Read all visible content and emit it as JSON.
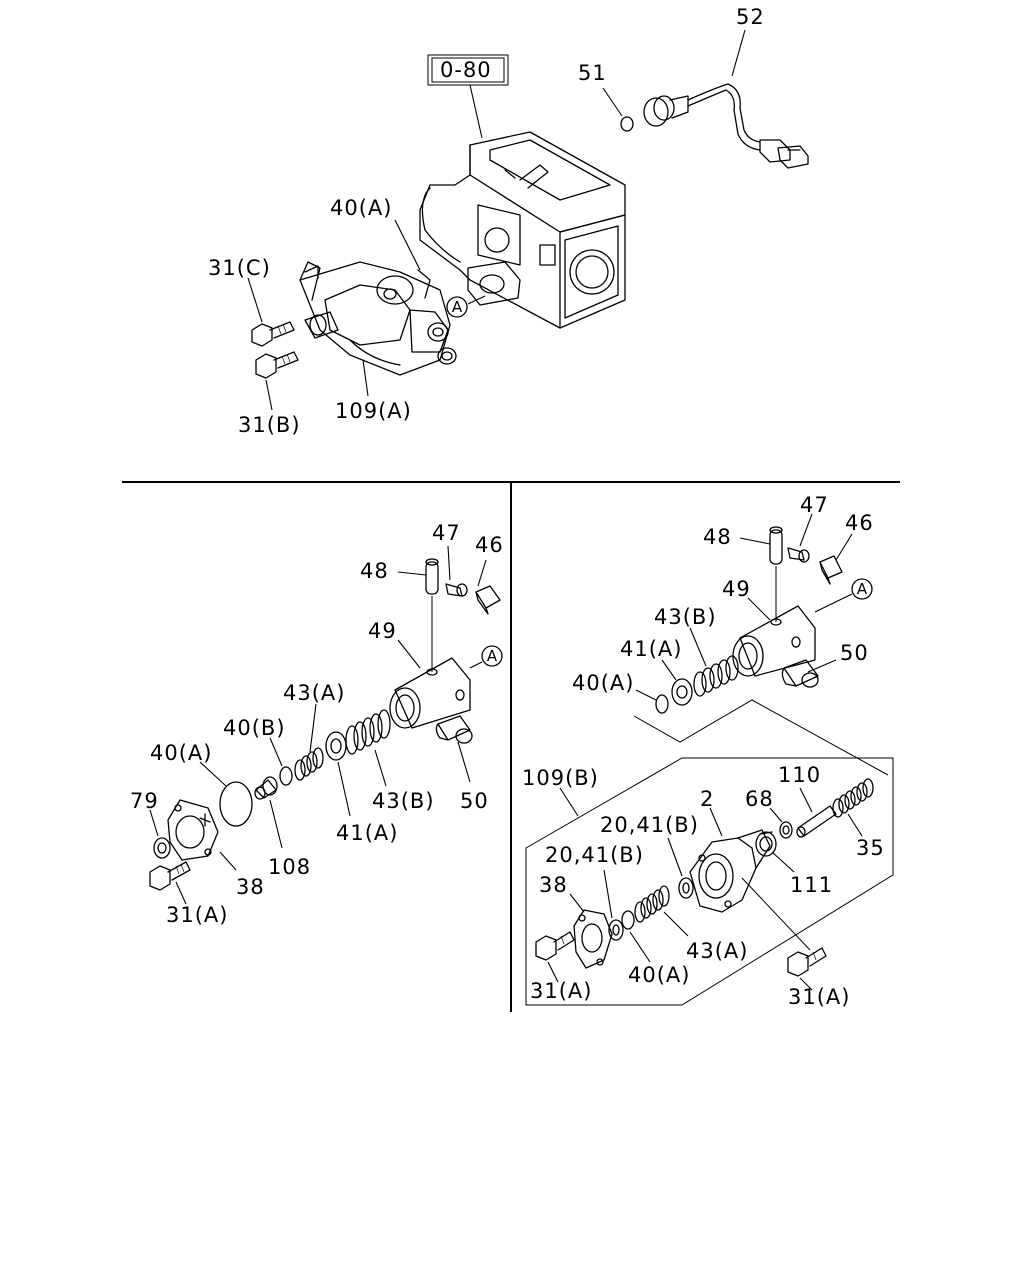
{
  "ref_box": "0-80",
  "circle_ref": "A",
  "top_labels": {
    "l52": "52",
    "l51": "51",
    "l40A": "40(A)",
    "l31C": "31(C)",
    "l31B": "31(B)",
    "l109A": "109(A)"
  },
  "left_labels": {
    "l47": "47",
    "l46": "46",
    "l48": "48",
    "l49": "49",
    "l43A": "43(A)",
    "l40B": "40(B)",
    "l40A": "40(A)",
    "l79": "79",
    "l43B": "43(B)",
    "l50": "50",
    "l41A": "41(A)",
    "l108": "108",
    "l38": "38",
    "l31A": "31(A)"
  },
  "right_labels": {
    "l47": "47",
    "l46": "46",
    "l48": "48",
    "l49": "49",
    "l43B": "43(B)",
    "l50": "50",
    "l41A": "41(A)",
    "l40A": "40(A)",
    "l109B": "109(B)",
    "l110": "110",
    "l2": "2",
    "l68": "68",
    "l2041a": "20,41(B)",
    "l2041b": "20,41(B)",
    "l35": "35",
    "l38": "38",
    "l111": "111",
    "l43A": "43(A)",
    "l31A": "31(A)",
    "l40A2": "40(A)",
    "l31A2": "31(A)"
  }
}
